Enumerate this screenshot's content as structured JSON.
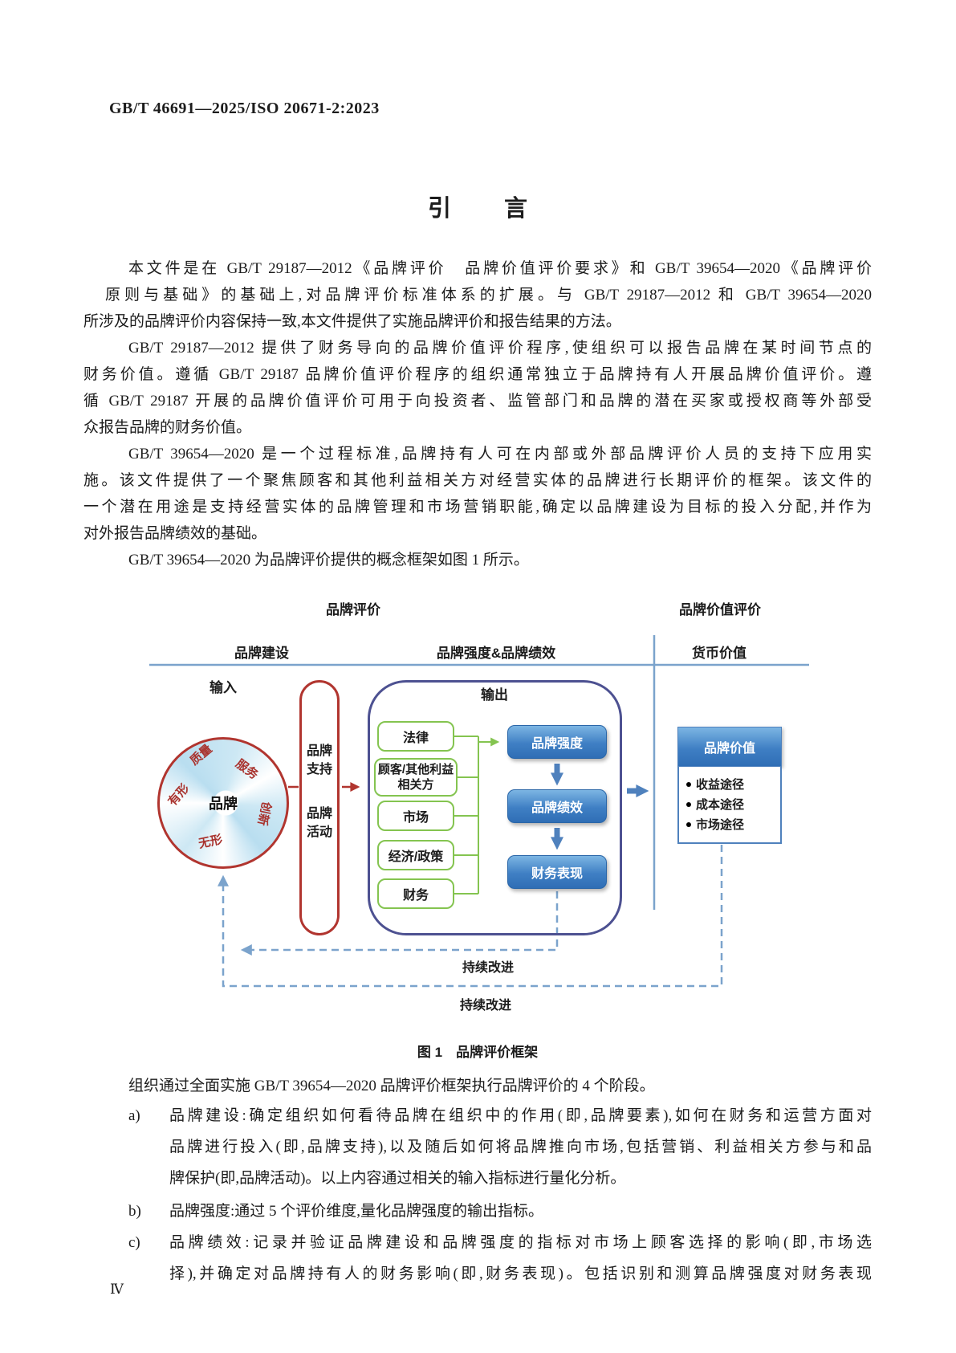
{
  "doc": {
    "number": "GB/T 46691—2025/ISO 20671-2:2023",
    "intro_title_chars": [
      "引",
      "言"
    ],
    "page_number": "Ⅳ"
  },
  "body": {
    "p1": {
      "l1": "本文件是在 GB/T 29187—2012《品牌评价　品牌价值评价要求》和 GB/T 39654—2020《品牌评价",
      "l2": "原则与基础》的基础上,对品牌评价标准体系的扩展。与 GB/T 29187—2012 和 GB/T 39654—2020",
      "l3": "所涉及的品牌评价内容保持一致,本文件提供了实施品牌评价和报告结果的方法。"
    },
    "p2": {
      "l1": "GB/T 29187—2012 提供了财务导向的品牌价值评价程序,使组织可以报告品牌在某时间节点的",
      "l2": "财务价值。遵循 GB/T 29187 品牌价值评价程序的组织通常独立于品牌持有人开展品牌价值评价。遵",
      "l3": "循 GB/T 29187 开展的品牌价值评价可用于向投资者、监管部门和品牌的潜在买家或授权商等外部受",
      "l4": "众报告品牌的财务价值。"
    },
    "p3": {
      "l1": "GB/T 39654—2020 是一个过程标准,品牌持有人可在内部或外部品牌评价人员的支持下应用实",
      "l2": "施。该文件提供了一个聚焦顾客和其他利益相关方对经营实体的品牌进行长期评价的框架。该文件的",
      "l3": "一个潜在用途是支持经营实体的品牌管理和市场营销职能,确定以品牌建设为目标的投入分配,并作为",
      "l4": "对外报告品牌绩效的基础。"
    },
    "p4": "GB/T 39654—2020 为品牌评价提供的概念框架如图 1 所示。",
    "p5": "组织通过全面实施 GB/T 39654—2020 品牌评价框架执行品牌评价的 4 个阶段。",
    "list": {
      "a": {
        "marker": "a)",
        "l1": "品牌建设:确定组织如何看待品牌在组织中的作用(即,品牌要素),如何在财务和运营方面对",
        "l2": "品牌进行投入(即,品牌支持),以及随后如何将品牌推向市场,包括营销、利益相关方参与和品",
        "l3": "牌保护(即,品牌活动)。以上内容通过相关的输入指标进行量化分析。"
      },
      "b": {
        "marker": "b)",
        "l1": "品牌强度:通过 5 个评价维度,量化品牌强度的输出指标。"
      },
      "c": {
        "marker": "c)",
        "l1": "品牌绩效:记录并验证品牌建设和品牌强度的指标对市场上顾客选择的影响(即,市场选",
        "l2": "择),并确定对品牌持有人的财务影响(即,财务表现)。包括识别和测算品牌强度对财务表现"
      }
    }
  },
  "figure": {
    "caption": "图 1　品牌评价框架",
    "top_labels": {
      "brand_evaluation": "品牌评价",
      "brand_value_evaluation": "品牌价值评价"
    },
    "column_labels": {
      "brand_building": "品牌建设",
      "strength_performance": "品牌强度&品牌绩效",
      "monetary_value": "货币价值"
    },
    "input_label": "输入",
    "output_label": "输出",
    "brand_circle": {
      "center": "品牌",
      "quality": "质量",
      "service": "服务",
      "tangible": "有形",
      "intangible": "无形",
      "innovation": "创新"
    },
    "pill": {
      "support": "品牌支持",
      "activities": "品牌活动"
    },
    "dimensions": {
      "legal": "法律",
      "customers": "顾客/其他利益相关方",
      "market": "市场",
      "economy": "经济/政策",
      "finance": "财务"
    },
    "outputs": {
      "strength": "品牌强度",
      "performance": "品牌绩效",
      "financial": "财务表现"
    },
    "value_box": {
      "header": "品牌价值",
      "approaches": [
        "收益途径",
        "成本途径",
        "市场途径"
      ]
    },
    "improvement_label_1": "持续改进",
    "improvement_label_2": "持续改进",
    "colors": {
      "line_blue": "#7ba3cc",
      "red": "#b1352f",
      "green": "#84c450",
      "navy": "#4d5191",
      "box_blue_top": "#7cb5e3",
      "box_blue_bottom": "#2f6eb5"
    }
  }
}
